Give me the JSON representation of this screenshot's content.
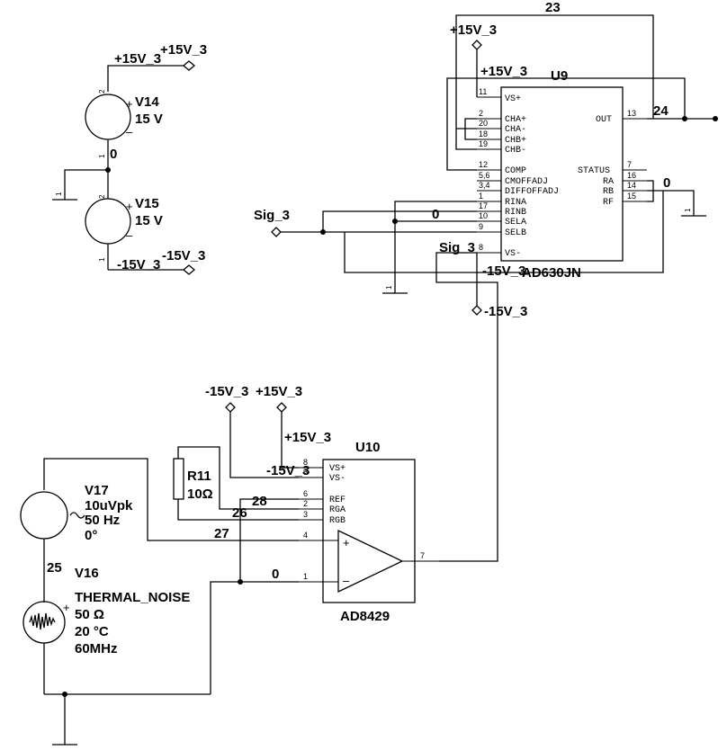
{
  "nets": {
    "p15_top_left": "+15V_3",
    "p15_top_left_port": "+15V_3",
    "p15_u9_top": "+15V_3",
    "p15_u9_inner": "+15V_3",
    "n15_left": "-15V_3",
    "n15_left_port": "-15V_3",
    "n15_u9_inner": "-15V_3",
    "n15_u9_port": "-15V_3",
    "n15_u10_port": "-15V_3",
    "p15_u10_port": "+15V_3",
    "p15_u10_inner": "+15V_3",
    "n15_u10_inner": "-15V_3",
    "sig_left": "Sig_3",
    "sig_u9": "Sig_3",
    "node0_left": "0",
    "node0_u9_left": "0",
    "node0_u9_right": "0",
    "node0_u10": "0",
    "n23": "23",
    "n24": "24",
    "n25": "25",
    "n26": "26",
    "n27": "27",
    "n28": "28"
  },
  "components": {
    "v14": {
      "ref": "V14",
      "value": "15 V",
      "plus": "+",
      "minus": "–",
      "pin2": "2",
      "pin1": "1"
    },
    "v15": {
      "ref": "V15",
      "value": "15 V",
      "plus": "+",
      "minus": "–",
      "pin2": "2",
      "pin1": "1"
    },
    "v17": {
      "ref": "V17",
      "amp": "10uVpk",
      "freq": "50 Hz",
      "phase": "0°"
    },
    "v16": {
      "ref": "V16",
      "type": "THERMAL_NOISE",
      "res": "50 Ω",
      "temp": "20 °C",
      "bw": "60MHz",
      "plus": "+"
    },
    "r11": {
      "ref": "R11",
      "value": "10Ω"
    },
    "u9": {
      "ref": "U9",
      "part": "AD630JN",
      "left_pins": [
        {
          "num": "11",
          "name": "VS+"
        },
        {
          "num": "2",
          "name": "CHA+"
        },
        {
          "num": "20",
          "name": "CHA-"
        },
        {
          "num": "18",
          "name": "CHB+"
        },
        {
          "num": "19",
          "name": "CHB-"
        },
        {
          "num": "12",
          "name": "COMP"
        },
        {
          "num": "5,6",
          "name": "CMOFFADJ"
        },
        {
          "num": "3,4",
          "name": "DIFFOFFADJ"
        },
        {
          "num": "1",
          "name": "RINA"
        },
        {
          "num": "17",
          "name": "RINB"
        },
        {
          "num": "10",
          "name": "SELA"
        },
        {
          "num": "9",
          "name": "SELB"
        },
        {
          "num": "8",
          "name": "VS-"
        }
      ],
      "right_pins": [
        {
          "num": "13",
          "name": "OUT"
        },
        {
          "num": "7",
          "name": "STATUS"
        },
        {
          "num": "16",
          "name": "RA"
        },
        {
          "num": "14",
          "name": "RB"
        },
        {
          "num": "15",
          "name": "RF"
        }
      ]
    },
    "u10": {
      "ref": "U10",
      "part": "AD8429",
      "left_pins": [
        {
          "num": "8",
          "name": "VS+"
        },
        {
          "num": "5",
          "name": "VS-"
        },
        {
          "num": "6",
          "name": "REF"
        },
        {
          "num": "2",
          "name": "RGA"
        },
        {
          "num": "3",
          "name": "RGB"
        },
        {
          "num": "4",
          "name": ""
        },
        {
          "num": "1",
          "name": ""
        }
      ],
      "out_pin": "7",
      "plus": "+",
      "minus": "–"
    },
    "gnd_pin": "1"
  }
}
